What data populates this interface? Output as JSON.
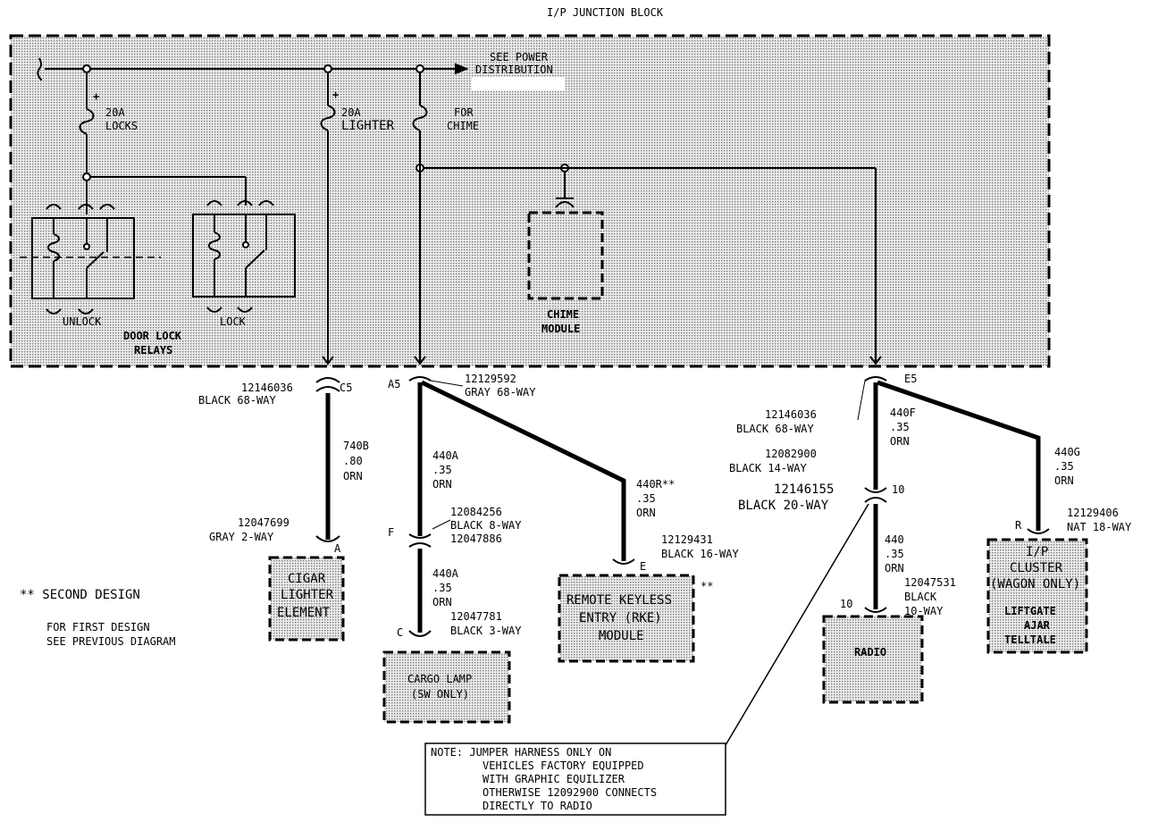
{
  "title": "I/P JUNCTION BLOCK",
  "block": {
    "see_power": "SEE POWER",
    "distribution": "DISTRIBUTION",
    "fuse_locks_amp": "20A",
    "fuse_locks_name": "LOCKS",
    "fuse_lighter_amp": "20A",
    "fuse_lighter_name": "LIGHTER",
    "for_chime_1": "FOR",
    "for_chime_2": "CHIME",
    "relay_unlock": "UNLOCK",
    "relay_lock": "LOCK",
    "door_lock_relays_1": "DOOR LOCK",
    "door_lock_relays_2": "RELAYS",
    "chime_module_1": "CHIME",
    "chime_module_2": "MODULE"
  },
  "connectors": {
    "c5_label": "C5",
    "c5_part": "12146036",
    "c5_desc": "BLACK 68-WAY",
    "a5_label": "A5",
    "a5_part": "12129592",
    "a5_desc": "GRAY 68-WAY",
    "e5_label": "E5",
    "e5_part": "12146036",
    "e5_desc": "BLACK 68-WAY"
  },
  "wires": {
    "w740b_1": "740B",
    "w740b_2": ".80",
    "w740b_3": "ORN",
    "w440a_1": "440A",
    "w440a_2": ".35",
    "w440a_3": "ORN",
    "w440a2_1": "440A",
    "w440a2_2": ".35",
    "w440a2_3": "ORN",
    "w440r_1": "440R**",
    "w440r_2": ".35",
    "w440r_3": "ORN",
    "w440f_1": "440F",
    "w440f_2": ".35",
    "w440f_3": "ORN",
    "w440g_1": "440G",
    "w440g_2": ".35",
    "w440g_3": "ORN",
    "w440_1": "440",
    "w440_2": ".35",
    "w440_3": "ORN"
  },
  "parts": {
    "cigar_conn_part": "12047699",
    "cigar_conn_desc": "GRAY 2-WAY",
    "cigar_pin": "A",
    "cigar_1": "CIGAR",
    "cigar_2": "LIGHTER",
    "cigar_3": "ELEMENT",
    "f_pin": "F",
    "f_part1": "12084256",
    "f_desc1": "BLACK 8-WAY",
    "f_part2": "12047886",
    "c_pin": "C",
    "cargo_conn_part": "12047781",
    "cargo_conn_desc": "BLACK 3-WAY",
    "cargo_1": "CARGO LAMP",
    "cargo_2": "(SW ONLY)",
    "rke_pin": "E",
    "rke_part": "12129431",
    "rke_desc": "BLACK 16-WAY",
    "rke_1": "REMOTE KEYLESS",
    "rke_2": "ENTRY (RKE)",
    "rke_3": "MODULE",
    "rke_mark": "**",
    "jumper_part1": "12082900",
    "jumper_desc1": "BLACK 14-WAY",
    "jumper_part2": "12146155",
    "jumper_desc2": "BLACK 20-WAY",
    "jumper_pin": "10",
    "radio_pin": "10",
    "radio_part": "12047531",
    "radio_desc1": "BLACK",
    "radio_desc2": "10-WAY",
    "radio": "RADIO",
    "ip_pin": "R",
    "ip_part": "12129406",
    "ip_desc": "NAT 18-WAY",
    "ip_1": "I/P",
    "ip_2": "CLUSTER",
    "ip_3": "(WAGON ONLY)",
    "ip_4": "LIFTGATE",
    "ip_5": "AJAR",
    "ip_6": "TELLTALE"
  },
  "legend": {
    "second_design": "** SECOND DESIGN",
    "first_1": "FOR FIRST DESIGN",
    "first_2": "SEE PREVIOUS DIAGRAM"
  },
  "note": {
    "line1": "NOTE:  JUMPER HARNESS ONLY ON",
    "line2": "VEHICLES FACTORY EQUIPPED",
    "line3": "WITH GRAPHIC EQUILIZER",
    "line4": "OTHERWISE 12092900 CONNECTS",
    "line5": "DIRECTLY TO RADIO"
  }
}
